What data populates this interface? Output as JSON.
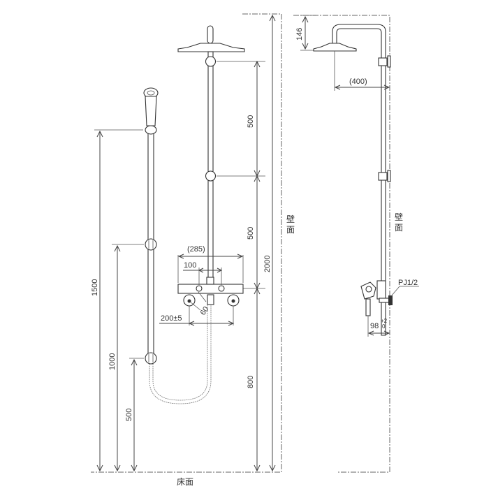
{
  "diagram": {
    "title": "Shower column installation dimension drawing",
    "front_view": {
      "dimensions": {
        "hand_shower_hook_height": "1500",
        "middle_holder_height": "1000",
        "lower_holder_height": "500",
        "faucet_height": "800",
        "overall_height": "2000",
        "upper_segment": "500",
        "middle_segment": "500",
        "faucet_width": "(285)",
        "outlet_spacing": "100",
        "inlet_pitch": "200±5",
        "angle_dim": "60"
      },
      "labels": {
        "floor": "床面",
        "wall_1": "壁",
        "wall_2": "面"
      }
    },
    "side_view": {
      "dimensions": {
        "head_drop": "146",
        "arm_reach": "(400)",
        "wall_offset": "98",
        "tol_plus": "+2",
        "tol_minus": "0",
        "thread": "PJ1/2"
      },
      "labels": {
        "wall_1": "壁",
        "wall_2": "面"
      }
    }
  }
}
